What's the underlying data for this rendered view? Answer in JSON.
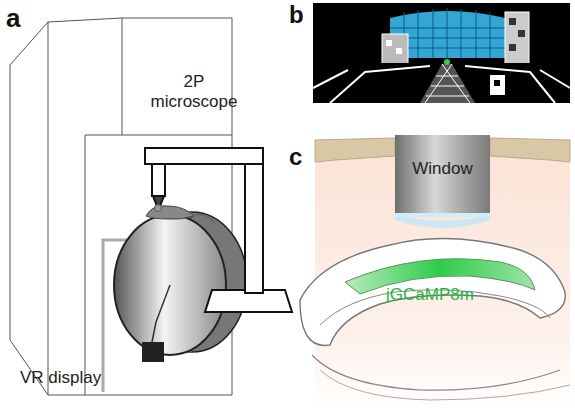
{
  "diagram": {
    "nodes": [
      {
        "text": [
          "Window"
        ]
      }
    ],
    "edges": [],
    "labels": [
      "a",
      "2P microscope",
      "VR display",
      "b",
      "c",
      "jGCaMP8m"
    ]
  }
}
